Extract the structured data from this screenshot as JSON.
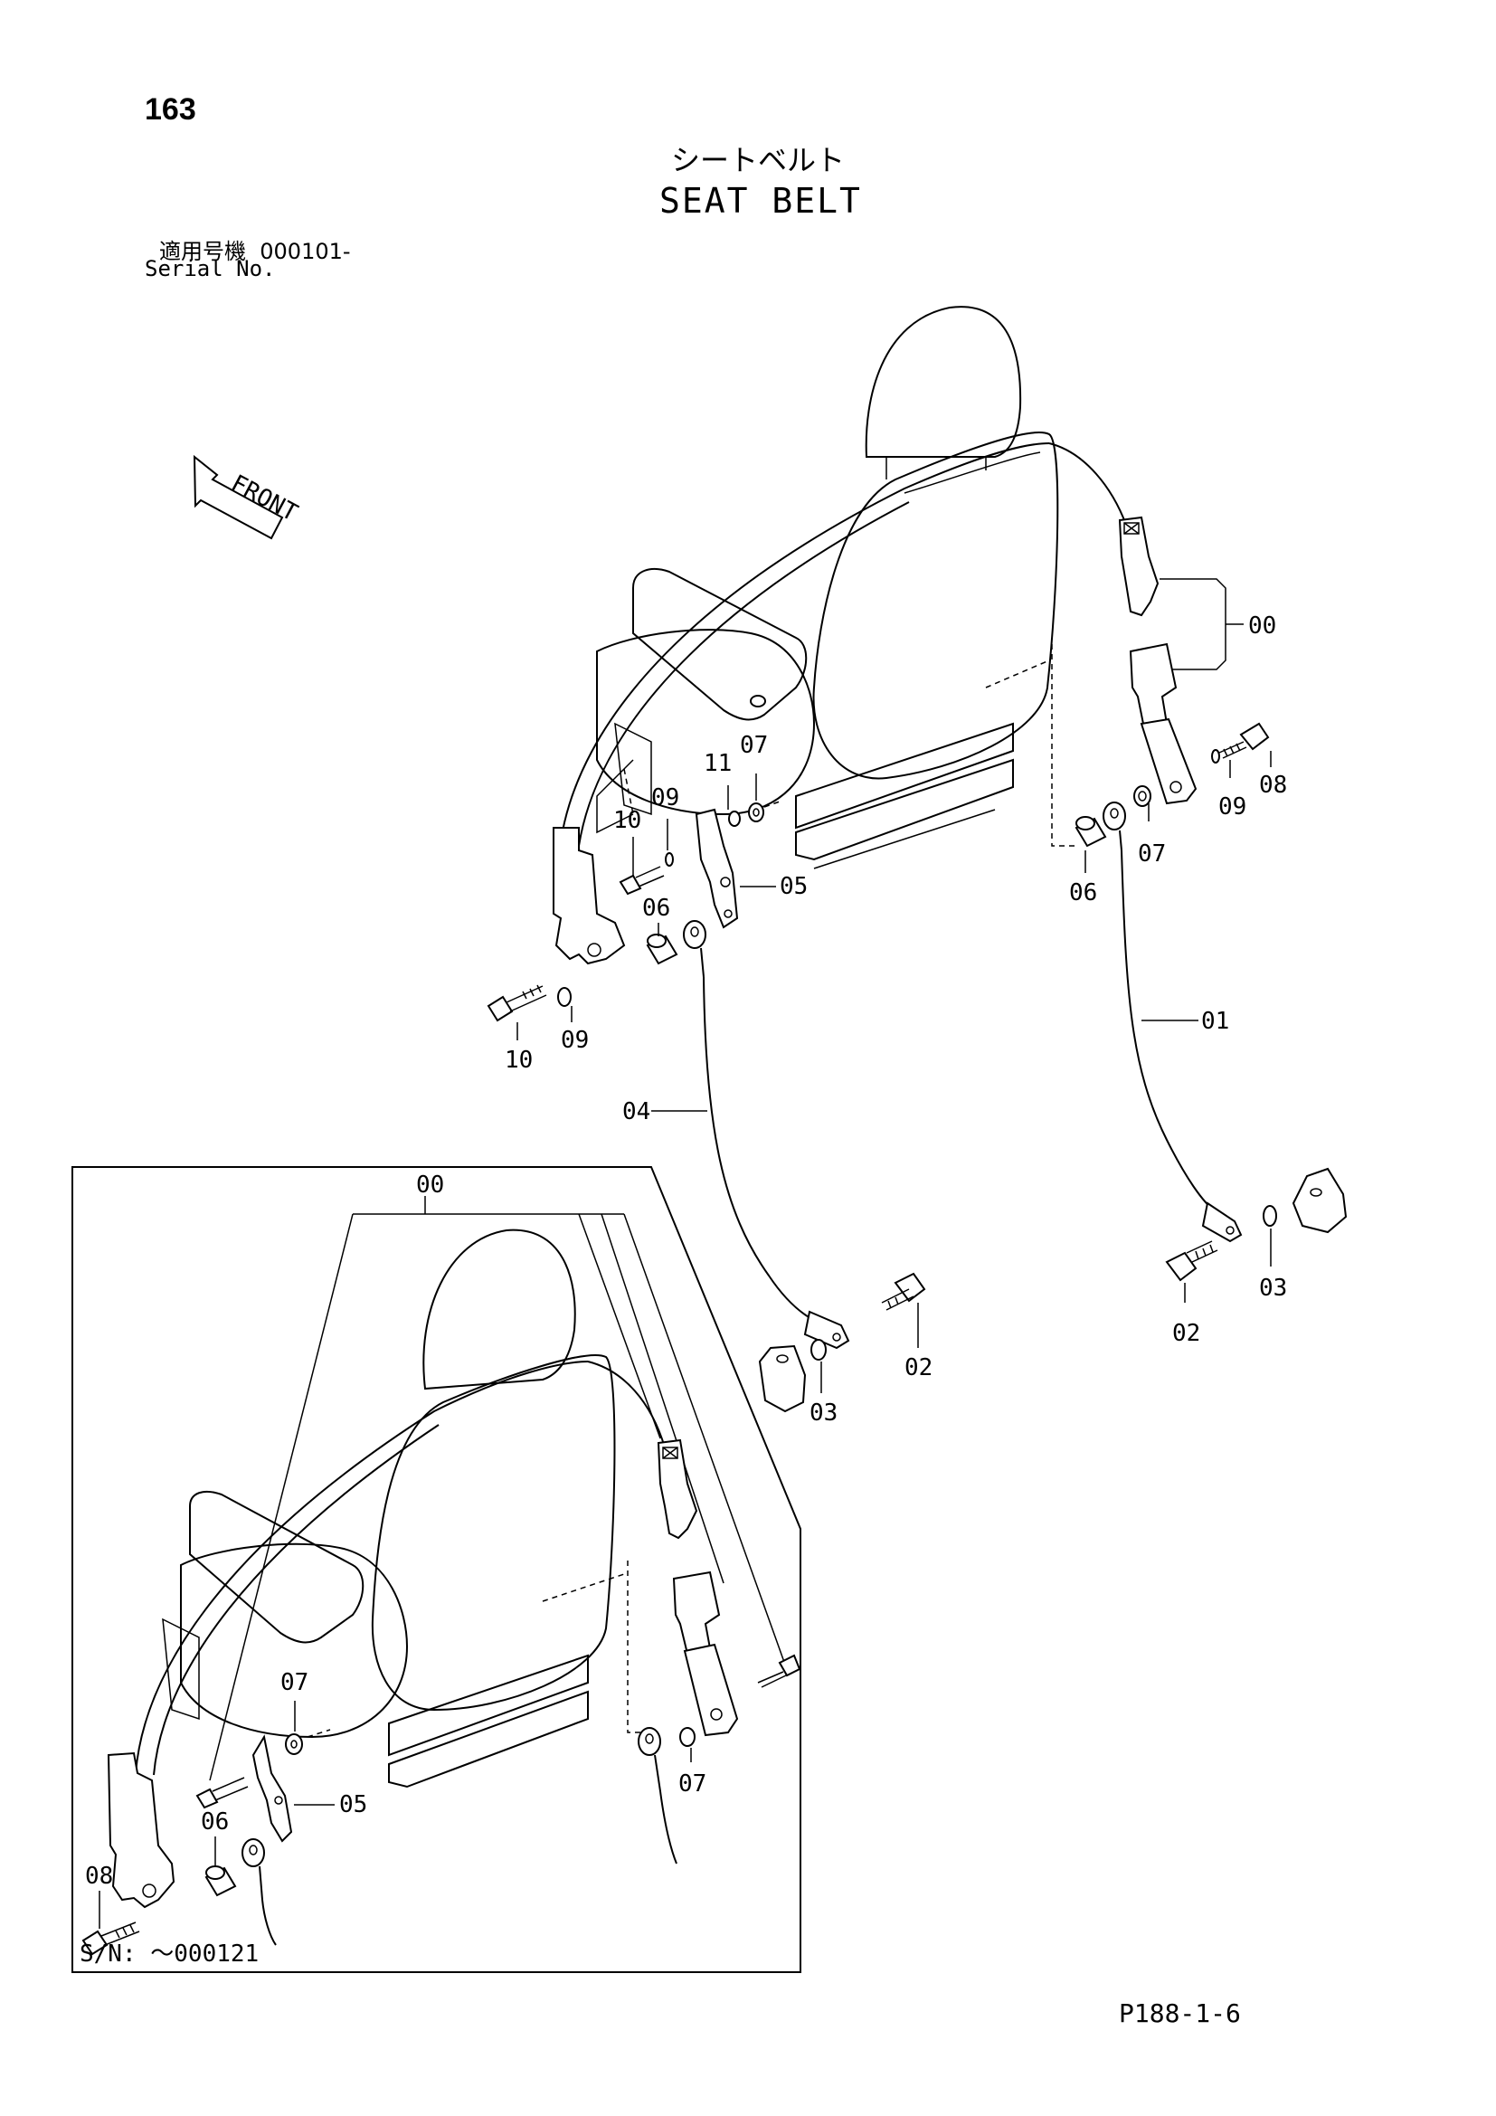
{
  "header": {
    "page_number": "163",
    "title_jp": "シートベルト",
    "title_en": "SEAT BELT",
    "serial_label_jp": "適用号機",
    "serial_range": "000101-",
    "serial_label_en": "Serial No."
  },
  "front_arrow": {
    "label": "FRONT",
    "icon": "front-arrow-icon"
  },
  "main_view": {
    "callouts": {
      "c00": "00",
      "c01": "01",
      "c02a": "02",
      "c02b": "02",
      "c03a": "03",
      "c03b": "03",
      "c04": "04",
      "c05": "05",
      "c06a": "06",
      "c06b": "06",
      "c07a": "07",
      "c07b": "07",
      "c08": "08",
      "c09a": "09",
      "c09b": "09",
      "c09c": "09",
      "c10a": "10",
      "c10b": "10",
      "c11": "11"
    }
  },
  "inset_view": {
    "callouts": {
      "c00": "00",
      "c05": "05",
      "c06": "06",
      "c07a": "07",
      "c07b": "07",
      "c08": "08"
    },
    "serial_note": "S/N: ～000121"
  },
  "footer": {
    "doc_ref": "P188-1-6"
  }
}
